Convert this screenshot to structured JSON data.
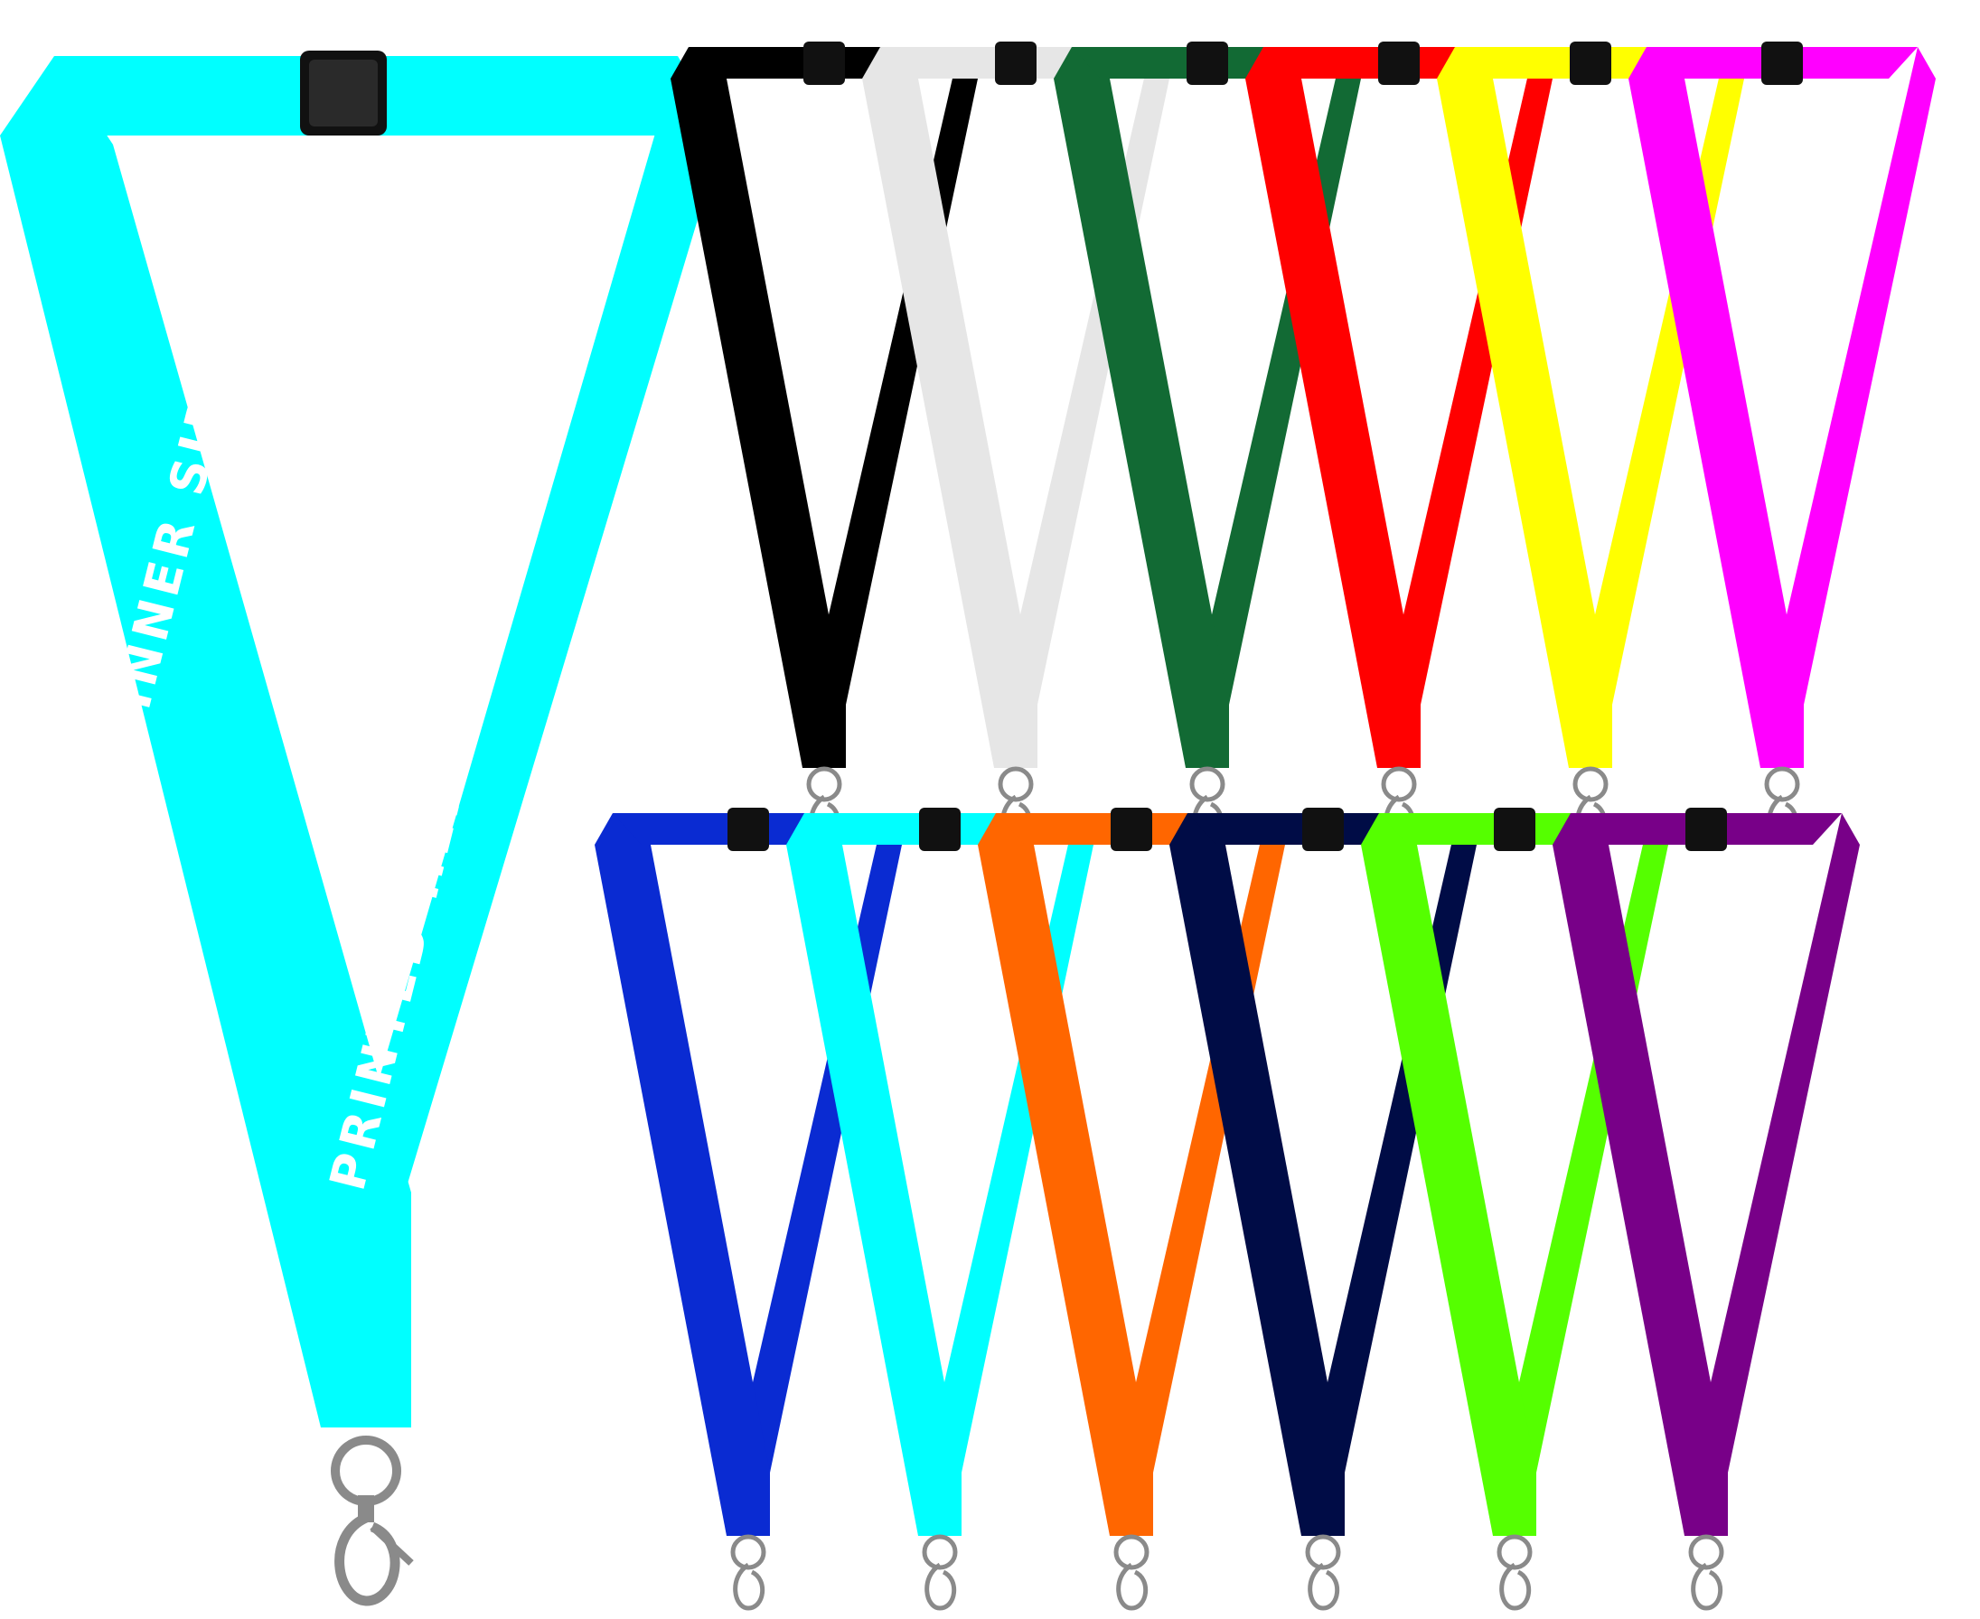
{
  "background": "#ffffff",
  "print_texts": {
    "inner": "PRINTED HERE INNER SIDE",
    "outer": "PRINTED HERE OUTER SIDE"
  },
  "feature_lanyard": {
    "name": "cyan-large",
    "color": "#00ffff"
  },
  "buckle_color": "#111111",
  "hardware_color": "#8a8a8a",
  "small_lanyards": [
    {
      "name": "black",
      "color": "#000000"
    },
    {
      "name": "light-grey",
      "color": "#e6e6e6"
    },
    {
      "name": "dark-green",
      "color": "#126a34"
    },
    {
      "name": "red",
      "color": "#ff0000"
    },
    {
      "name": "yellow",
      "color": "#ffff00"
    },
    {
      "name": "magenta",
      "color": "#ff00ff"
    },
    {
      "name": "royal-blue",
      "color": "#0a2bd2"
    },
    {
      "name": "cyan",
      "color": "#00ffff"
    },
    {
      "name": "orange",
      "color": "#ff6600"
    },
    {
      "name": "navy",
      "color": "#000c46"
    },
    {
      "name": "lime-green",
      "color": "#55ff00"
    },
    {
      "name": "purple",
      "color": "#780088"
    }
  ]
}
